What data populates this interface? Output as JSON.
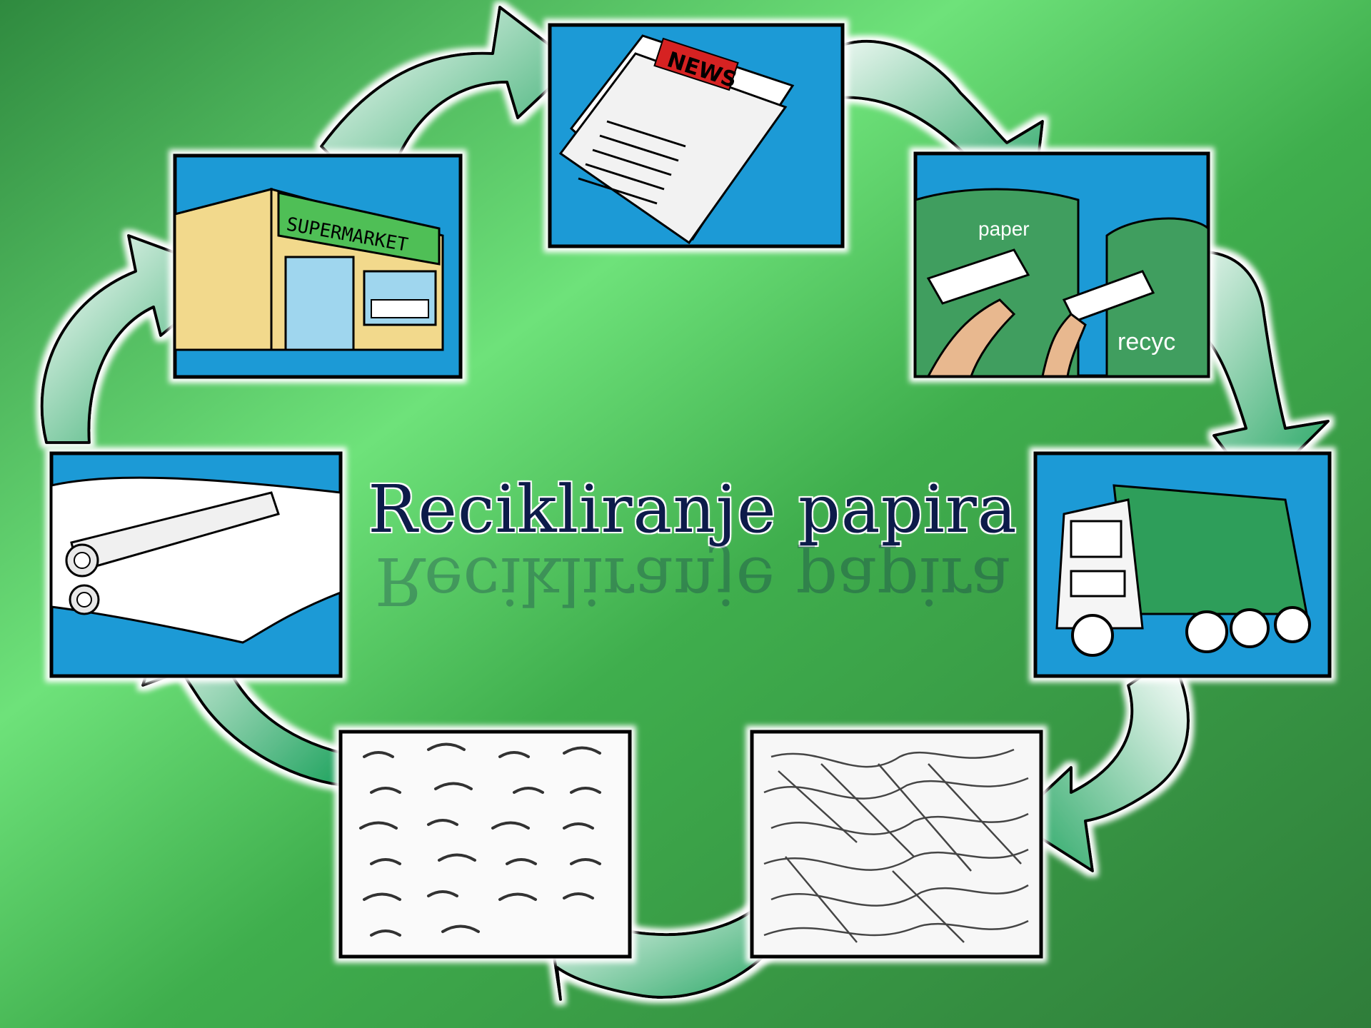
{
  "title": "Recikliranje papira",
  "colors": {
    "background_light": "#6ee27a",
    "background_dark": "#2f8a3f",
    "panel_blue": "#1f9ad6",
    "arrow_green": "#1fa35e",
    "title_navy": "#0d1b4a"
  },
  "steps": [
    {
      "name": "supermarket",
      "label": "SUPERMARKET"
    },
    {
      "name": "newspaper",
      "label": "NEWS"
    },
    {
      "name": "recycling-bins",
      "labels": [
        "paper",
        "recyc"
      ]
    },
    {
      "name": "garbage-truck"
    },
    {
      "name": "paper-fibers"
    },
    {
      "name": "paper-pulp"
    },
    {
      "name": "paper-rolls"
    }
  ]
}
